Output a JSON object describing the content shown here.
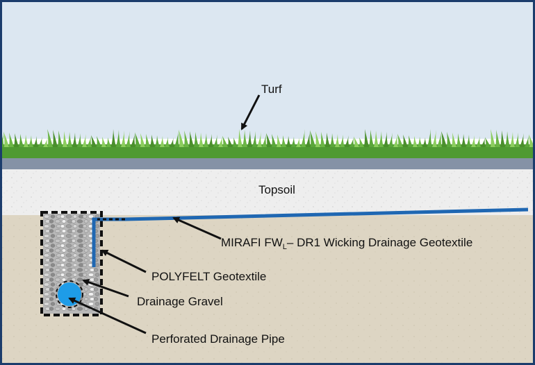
{
  "labels": {
    "turf": "Turf",
    "topsoil": "Topsoil",
    "mirafi_main": "MIRAFI FW",
    "mirafi_sub": "L",
    "mirafi_rest": "– DR1 Wicking Drainage Geotextile",
    "polyfelt": "POLYFELT Geotextile",
    "gravel": "Drainage Gravel",
    "pipe": "Perforated Drainage Pipe"
  },
  "colors": {
    "sky": "#dce7f1",
    "grass": "#5aa63a",
    "grass_light": "#8ccd5e",
    "turf_base": "#8592a6",
    "topsoil": "#eeeeee",
    "subsoil": "#ddd5c3",
    "geotextile": "#1f67b2",
    "pipe": "#1e9ce8",
    "gravel": "#b0b0b0",
    "border": "#1b3c6c"
  }
}
